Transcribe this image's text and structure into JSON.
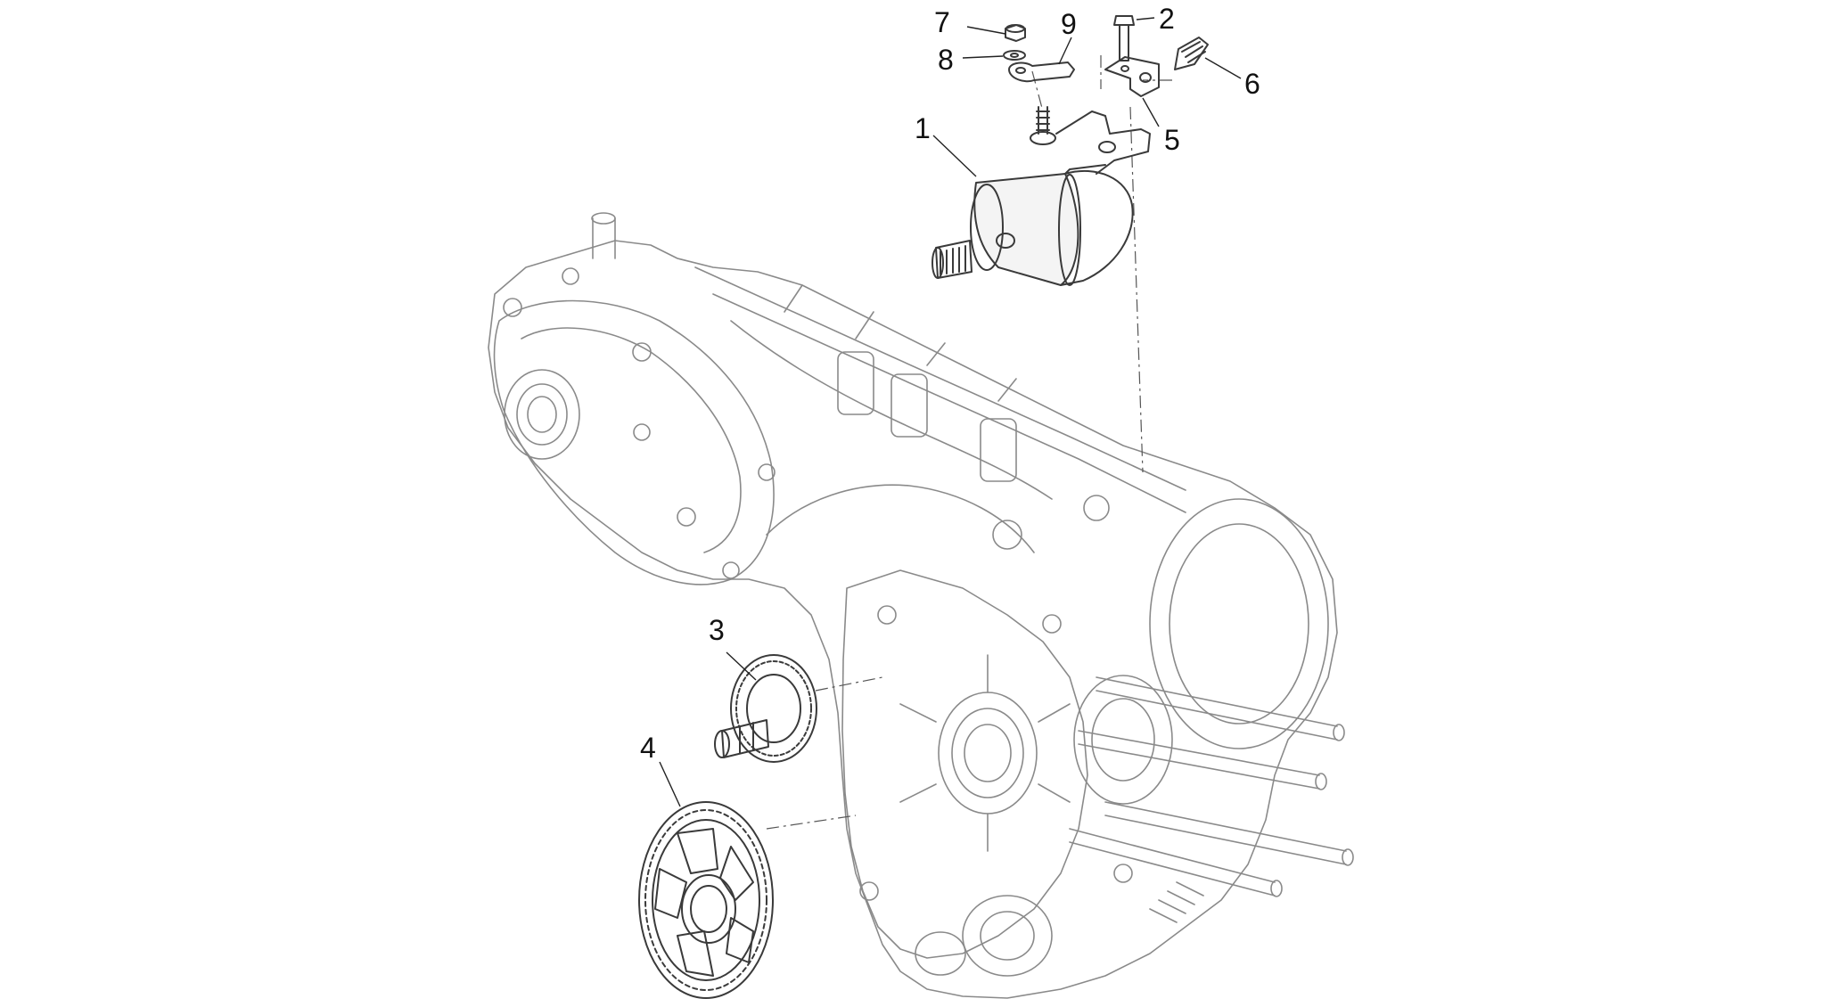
{
  "callouts": {
    "c1": "1",
    "c2": "2",
    "c3": "3",
    "c4": "4",
    "c5": "5",
    "c6": "6",
    "c7": "7",
    "c8": "8",
    "c9": "9"
  },
  "colors": {
    "background": "#ffffff",
    "engine_outline": "#8a8a8a",
    "part_outline": "#3a3a3a",
    "label_text": "#111111"
  }
}
